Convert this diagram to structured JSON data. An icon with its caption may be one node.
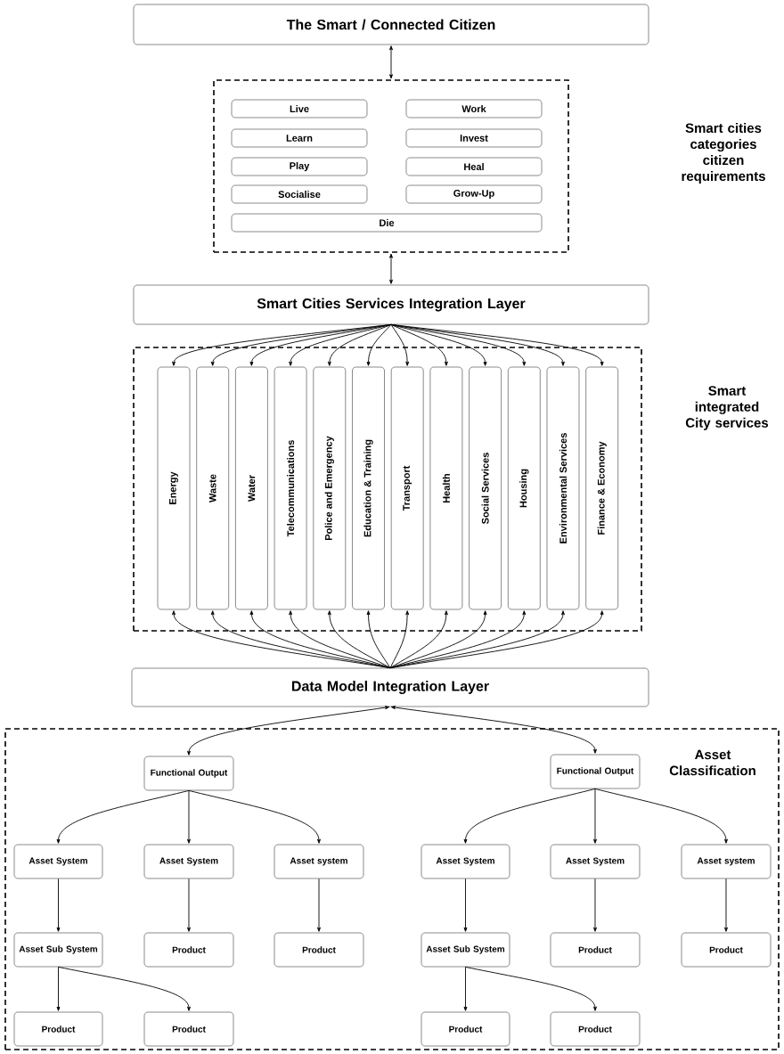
{
  "diagram": {
    "nodes": [
      {
        "text": [
          "The Smart / Connected Citizen"
        ]
      },
      {
        "text": [],
        "shape": "box"
      },
      {
        "text": [
          "Live"
        ],
        "in": 1
      },
      {
        "text": [
          "Work"
        ],
        "in": 1
      },
      {
        "text": [
          "Learn"
        ],
        "in": 1
      },
      {
        "text": [
          "Invest"
        ],
        "in": 1
      },
      {
        "text": [
          "Play"
        ],
        "in": 1
      },
      {
        "text": [
          "Heal"
        ],
        "in": 1
      },
      {
        "text": [
          "Socialise"
        ],
        "in": 1
      },
      {
        "text": [
          "Grow-Up"
        ],
        "in": 1
      },
      {
        "text": [
          "Die"
        ],
        "in": 1
      },
      {
        "text": [
          "Smart Cities Services Integration Layer"
        ]
      },
      {
        "text": [],
        "shape": "box"
      },
      {
        "text": [
          "Energy"
        ],
        "in": 12
      },
      {
        "text": [
          "Waste"
        ],
        "in": 12
      },
      {
        "text": [
          "Water"
        ],
        "in": 12
      },
      {
        "text": [
          "Telecommunications"
        ],
        "in": 12
      },
      {
        "text": [
          "Police and Emergency"
        ],
        "in": 12
      },
      {
        "text": [
          "Education & Training"
        ],
        "in": 12
      },
      {
        "text": [
          "Transport"
        ],
        "in": 12
      },
      {
        "text": [
          "Health"
        ],
        "in": 12
      },
      {
        "text": [
          "Social Services"
        ],
        "in": 12
      },
      {
        "text": [
          "Housing"
        ],
        "in": 12
      },
      {
        "text": [
          "Environmental Services"
        ],
        "in": 12
      },
      {
        "text": [
          "Finance & Economy"
        ],
        "in": 12
      },
      {
        "text": [
          "Data Model Integration Layer"
        ]
      },
      {
        "text": [
          "Asset Classification"
        ]
      },
      {
        "text": [
          "Functional Output"
        ],
        "in": 26
      },
      {
        "text": [
          "Functional Output"
        ],
        "in": 26
      },
      {
        "text": [
          "Asset System"
        ],
        "in": 26
      },
      {
        "text": [
          "Asset System"
        ],
        "in": 26
      },
      {
        "text": [
          "Asset system"
        ],
        "in": 26
      },
      {
        "text": [
          "Asset System"
        ],
        "in": 26
      },
      {
        "text": [
          "Asset System"
        ],
        "in": 26
      },
      {
        "text": [
          "Asset system"
        ],
        "in": 26
      },
      {
        "text": [
          "Asset Sub System"
        ],
        "in": 26
      },
      {
        "text": [
          "Product"
        ],
        "in": 26
      },
      {
        "text": [
          "Product"
        ],
        "in": 26
      },
      {
        "text": [
          "Asset Sub System"
        ],
        "in": 26
      },
      {
        "text": [
          "Product"
        ],
        "in": 26
      },
      {
        "text": [
          "Product"
        ],
        "in": 26
      },
      {
        "text": [
          "Product"
        ],
        "in": 26
      },
      {
        "text": [
          "Product"
        ],
        "in": 26
      },
      {
        "text": [
          "Product"
        ],
        "in": 26
      },
      {
        "text": [
          "Product"
        ],
        "in": 26
      }
    ],
    "edges": [
      {
        "from": 0,
        "to": 1,
        "arrow": "both"
      },
      {
        "from": 1,
        "to": 11,
        "arrow": "both"
      },
      {
        "from": 11,
        "to": 13,
        "arrow": "to"
      },
      {
        "from": 11,
        "to": 14,
        "arrow": "to"
      },
      {
        "from": 11,
        "to": 15,
        "arrow": "to"
      },
      {
        "from": 11,
        "to": 16,
        "arrow": "to"
      },
      {
        "from": 11,
        "to": 17,
        "arrow": "to"
      },
      {
        "from": 11,
        "to": 18,
        "arrow": "to"
      },
      {
        "from": 11,
        "to": 19,
        "arrow": "to"
      },
      {
        "from": 11,
        "to": 20,
        "arrow": "to"
      },
      {
        "from": 11,
        "to": 21,
        "arrow": "to"
      },
      {
        "from": 11,
        "to": 22,
        "arrow": "to"
      },
      {
        "from": 11,
        "to": 23,
        "arrow": "to"
      },
      {
        "from": 11,
        "to": 24,
        "arrow": "to"
      },
      {
        "from": 25,
        "to": 13,
        "arrow": "to"
      },
      {
        "from": 25,
        "to": 14,
        "arrow": "to"
      },
      {
        "from": 25,
        "to": 15,
        "arrow": "to"
      },
      {
        "from": 25,
        "to": 16,
        "arrow": "to"
      },
      {
        "from": 25,
        "to": 17,
        "arrow": "to"
      },
      {
        "from": 25,
        "to": 18,
        "arrow": "to"
      },
      {
        "from": 25,
        "to": 19,
        "arrow": "to"
      },
      {
        "from": 25,
        "to": 20,
        "arrow": "to"
      },
      {
        "from": 25,
        "to": 21,
        "arrow": "to"
      },
      {
        "from": 25,
        "to": 22,
        "arrow": "to"
      },
      {
        "from": 25,
        "to": 23,
        "arrow": "to"
      },
      {
        "from": 25,
        "to": 24,
        "arrow": "to"
      },
      {
        "from": 25,
        "to": 27,
        "arrow": "both"
      },
      {
        "from": 25,
        "to": 28,
        "arrow": "both"
      },
      {
        "from": 27,
        "to": 29,
        "arrow": "to"
      },
      {
        "from": 27,
        "to": 30,
        "arrow": "to"
      },
      {
        "from": 27,
        "to": 31,
        "arrow": "to"
      },
      {
        "from": 28,
        "to": 32,
        "arrow": "to"
      },
      {
        "from": 28,
        "to": 33,
        "arrow": "to"
      },
      {
        "from": 28,
        "to": 34,
        "arrow": "to"
      },
      {
        "from": 29,
        "to": 35,
        "arrow": "to"
      },
      {
        "from": 30,
        "to": 36,
        "arrow": "to"
      },
      {
        "from": 31,
        "to": 37,
        "arrow": "to"
      },
      {
        "from": 32,
        "to": 38,
        "arrow": "to"
      },
      {
        "from": 33,
        "to": 39,
        "arrow": "to"
      },
      {
        "from": 34,
        "to": 40,
        "arrow": "to"
      },
      {
        "from": 35,
        "to": 41,
        "arrow": "to"
      },
      {
        "from": 35,
        "to": 42,
        "arrow": "to"
      },
      {
        "from": 38,
        "to": 43,
        "arrow": "to"
      },
      {
        "from": 38,
        "to": 44,
        "arrow": "to"
      }
    ],
    "labels": [
      "Smart cities categories citizen requirements",
      "Smart integrated City services"
    ]
  }
}
